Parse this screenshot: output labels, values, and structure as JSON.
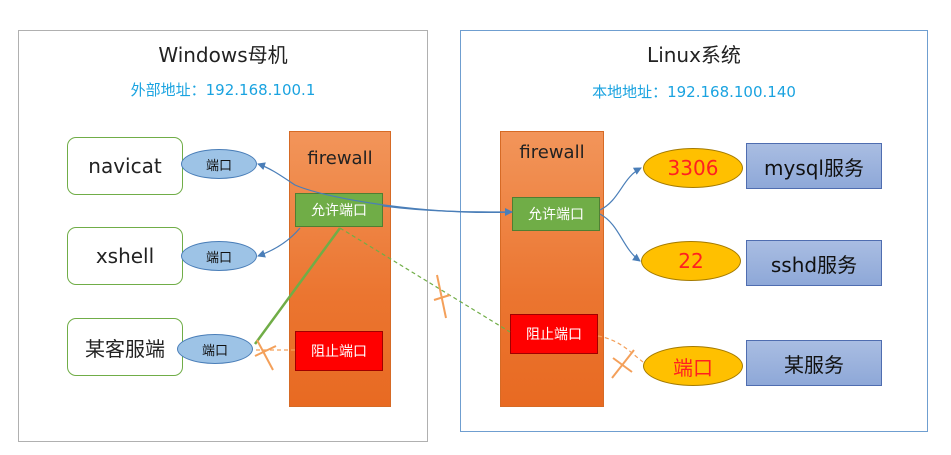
{
  "windows": {
    "title": "Windows母机",
    "address": "外部地址：192.168.100.1",
    "clients": [
      {
        "label": "navicat",
        "port": "端口"
      },
      {
        "label": "xshell",
        "port": "端口"
      },
      {
        "label": "某客服端",
        "port": "端口"
      }
    ],
    "firewall": {
      "label": "firewall",
      "allow": "允许端口",
      "block": "阻止端口"
    }
  },
  "linux": {
    "title": "Linux系统",
    "address": "本地地址：192.168.100.140",
    "firewall": {
      "label": "firewall",
      "allow": "允许端口",
      "block": "阻止端口"
    },
    "services": [
      {
        "port": "3306",
        "name": "mysql服务"
      },
      {
        "port": "22",
        "name": "sshd服务"
      },
      {
        "port": "端口",
        "name": "某服务"
      }
    ]
  },
  "colors": {
    "allow_green": "#70ad47",
    "block_red": "#ff0000",
    "firewall_orange": "#eb7530",
    "port_blue": "#9dc3e6",
    "port_yellow": "#ffc000",
    "service_blue": "#8ea8d8",
    "blocked_mark": "#f4a05a"
  }
}
